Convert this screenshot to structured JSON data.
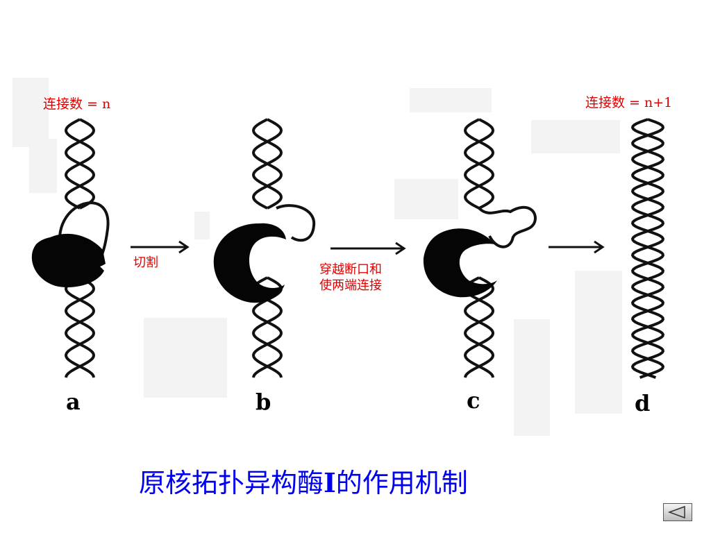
{
  "labels": {
    "linking_n": "连接数 = n",
    "linking_n1": "连接数 = n+1",
    "step_cut": "切割",
    "step_pass_line1": "穿越断口和",
    "step_pass_line2": "使两端连接"
  },
  "panels": [
    "a",
    "b",
    "c",
    "d"
  ],
  "title": {
    "pre": "原核拓扑异构酶",
    "roman": "I",
    "post": "的作用机制"
  },
  "nav": {
    "icon": "back-arrow-icon"
  },
  "colors": {
    "label_red": "#e00000",
    "title_blue": "#0000f0"
  }
}
